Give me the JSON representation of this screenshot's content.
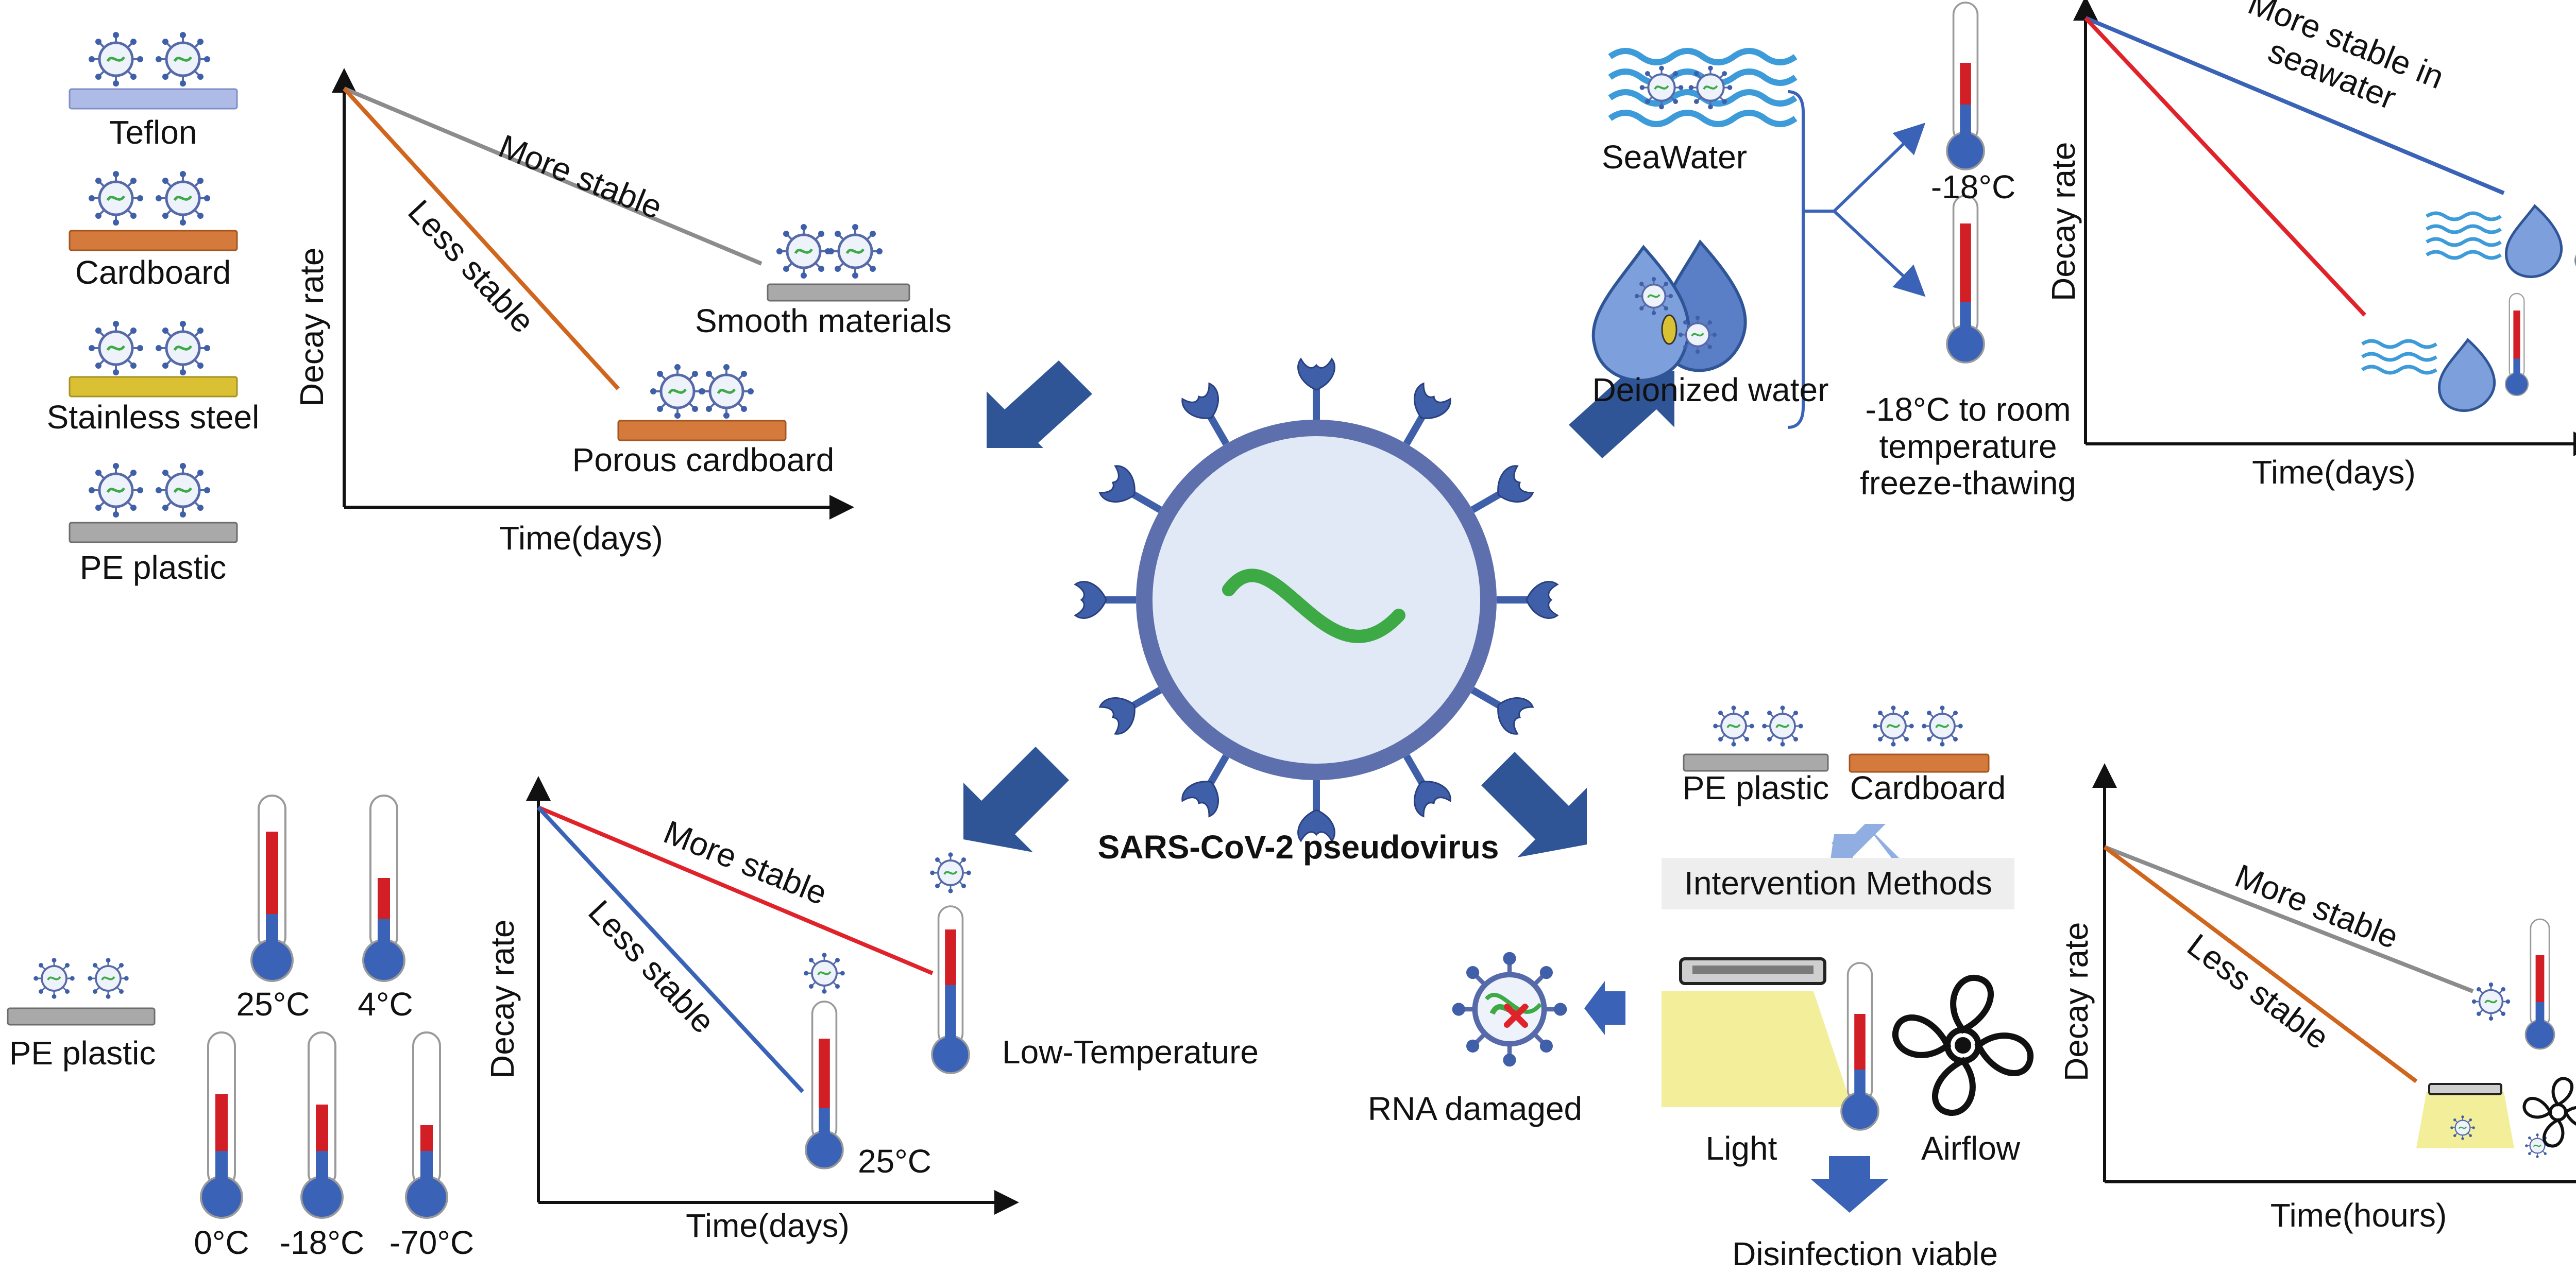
{
  "center": {
    "title": "SARS-CoV-2 pseudovirus"
  },
  "materials_panel": {
    "surfaces": [
      "Teflon",
      "Cardboard",
      "Stainless steel",
      "PE plastic"
    ],
    "y_axis": "Decay rate",
    "x_axis": "Time(days)",
    "more_stable": "More stable",
    "less_stable": "Less stable",
    "smooth": "Smooth materials",
    "porous": "Porous cardboard"
  },
  "water_panel": {
    "seawater": "SeaWater",
    "deionized": "Deionized water",
    "temp_frozen": "-18°C",
    "temp_freeze_thaw": "-18°C to room\ntemperature\nfreeze-thawing",
    "y_axis": "Decay rate",
    "x_axis": "Time(days)",
    "seawater_note": "More stable in\nseawater"
  },
  "temperature_panel": {
    "surface": "PE plastic",
    "temps": [
      "25°C",
      "4°C",
      "0°C",
      "-18°C",
      "-70°C"
    ],
    "y_axis": "Decay rate",
    "x_axis": "Time(days)",
    "more_stable": "More stable",
    "less_stable": "Less stable",
    "low_temp": "Low-Temperature",
    "room_temp": "25°C"
  },
  "intervention_panel": {
    "surfaces": [
      "PE plastic",
      "Cardboard"
    ],
    "methods": "Intervention Methods",
    "light": "Light",
    "airflow": "Airflow",
    "rna": "RNA damaged",
    "result": "Disinfection viable",
    "y_axis": "Decay rate",
    "x_axis": "Time(hours)",
    "more_stable": "More stable",
    "less_stable": "Less stable"
  },
  "colors": {
    "arrow": "#2f5596",
    "virus_body": "#dbe5f4",
    "virus_outline": "#5669a8",
    "spike": "#3f5fa8",
    "rna": "#3daa46",
    "line_gray": "#8c8c8c",
    "line_orange": "#d0651e",
    "line_blue": "#3a63b8",
    "line_red": "#e0222a",
    "cardboard": "#d47a3c",
    "teflon": "#aebbe6",
    "steel": "#d9c133",
    "plastic": "#a9a9a9",
    "thermo_red": "#d21f26",
    "thermo_blue": "#3a63b8",
    "lamp_glow": "#f3ee9a",
    "water": "#3d9bd9"
  }
}
